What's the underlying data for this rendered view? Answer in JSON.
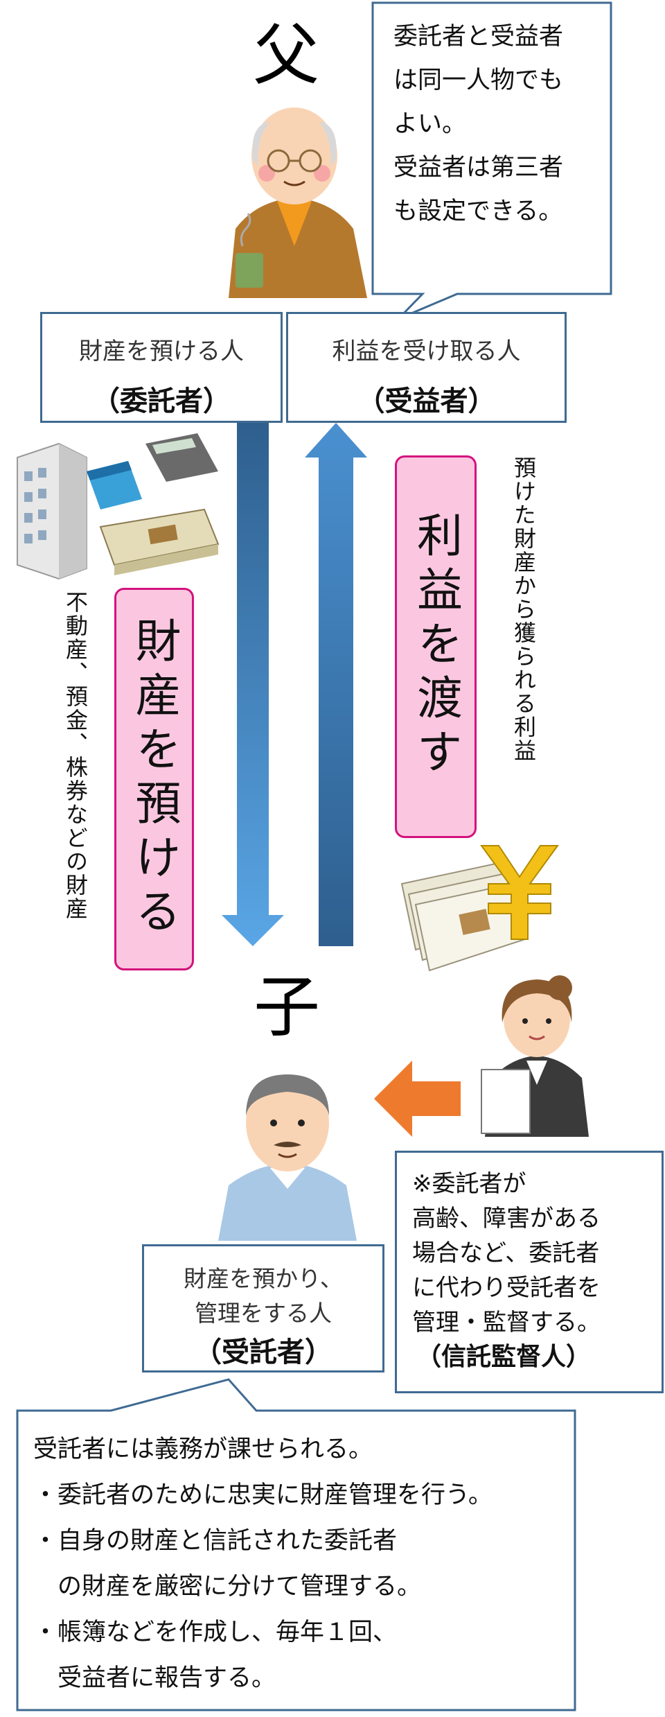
{
  "father": {
    "heading": "父"
  },
  "child": {
    "heading": "子"
  },
  "speech_bubble": {
    "lines": [
      "委託者と受益者",
      "は同一人物でも",
      "よい。",
      "受益者は第三者",
      "も設定できる。"
    ]
  },
  "settlor_box": {
    "line1": "財産を預ける人",
    "line2": "（委託者）"
  },
  "beneficiary_box": {
    "line1": "利益を受け取る人",
    "line2": "（受益者）"
  },
  "entrust_label": "財産を預ける",
  "entrust_note": "不動産、預金、株券などの財産",
  "benefit_label": "利益を渡す",
  "benefit_note": "預けた財産から獲られる利益",
  "trustee_box": {
    "line1": "財産を預かり、",
    "line2": "管理をする人",
    "line3": "（受託者）"
  },
  "supervisor_box": {
    "lines": [
      "※委託者が",
      "高齢、障害がある",
      "場合など、委託者",
      "に代わり受託者を",
      "管理・監督する。"
    ],
    "title": "（信託監督人）"
  },
  "duties_box": {
    "heading": "受託者には義務が課せられる。",
    "items": [
      "・委託者のために忠実に財産管理を行う。",
      "・自身の財産と信託された委託者",
      "　の財産を厳密に分けて管理する。",
      "・帳簿などを作成し、毎年１回、",
      "　受益者に報告する。"
    ]
  },
  "colors": {
    "box_border": "#3f6a92",
    "pink_fill": "#fbc7e0",
    "pink_border": "#d4127e",
    "arrow_down": "#4a90d0",
    "arrow_up": "#2e5f8e",
    "orange_arrow": "#ee7a2e"
  },
  "icons": [
    "father-illustration",
    "building-card-calculator-money-illustration",
    "yen-money-illustration",
    "supervisor-woman-illustration",
    "son-illustration"
  ]
}
